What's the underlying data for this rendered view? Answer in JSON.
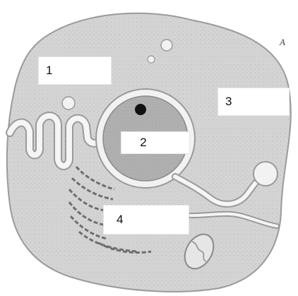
{
  "diagram": {
    "labels": [
      {
        "id": "1",
        "text": "1"
      },
      {
        "id": "2",
        "text": "2"
      },
      {
        "id": "3",
        "text": "3"
      },
      {
        "id": "4",
        "text": "4"
      }
    ],
    "corner_mark": "A",
    "colors": {
      "cytoplasm": "#d6d6d6",
      "cell_outline": "#9a9a9a",
      "nucleus": "#b4b4b4",
      "nuclear_envelope": "#f2f2f2",
      "nucleolus": "#111111",
      "channel": "#f5f5f5",
      "golgi": "#6e6e6e"
    }
  }
}
